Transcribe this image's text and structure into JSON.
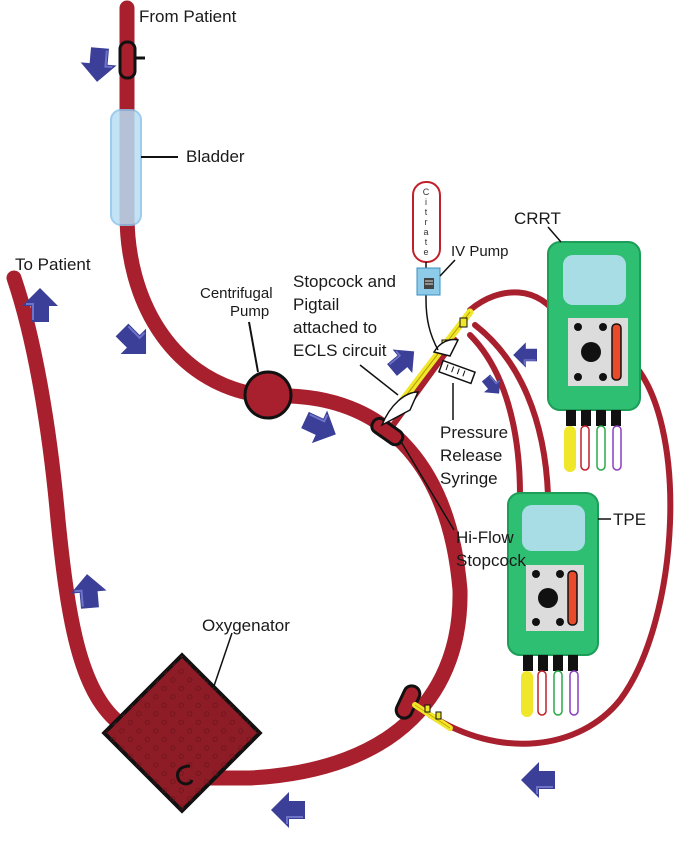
{
  "labels": {
    "from_patient": "From Patient",
    "to_patient": "To Patient",
    "bladder": "Bladder",
    "centrifugal_pump_line1": "Centrifugal",
    "centrifugal_pump_line2": "Pump",
    "stopcock_line1": "Stopcock and",
    "stopcock_line2": "Pigtail",
    "stopcock_line3": "attached to",
    "stopcock_line4": "ECLS circuit",
    "iv_pump": "IV Pump",
    "citrate_letters": [
      "C",
      "i",
      "t",
      "r",
      "a",
      "t",
      "e"
    ],
    "crrt": "CRRT",
    "tpe": "TPE",
    "pressure_line1": "Pressure",
    "pressure_line2": "Release",
    "pressure_line3": "Syringe",
    "hiflow_line1": "Hi-Flow",
    "hiflow_line2": "Stopcock",
    "oxygenator": "Oxygenator"
  },
  "colors": {
    "tubing": "#a8202e",
    "tubing_dark": "#7a1520",
    "arrow": "#3b3f97",
    "machine": "#2fbf73",
    "screen": "#a9dde6",
    "bladder": "#b8def5",
    "stopcock": "#f0e62a",
    "oxygenator": "#8e1c26"
  }
}
